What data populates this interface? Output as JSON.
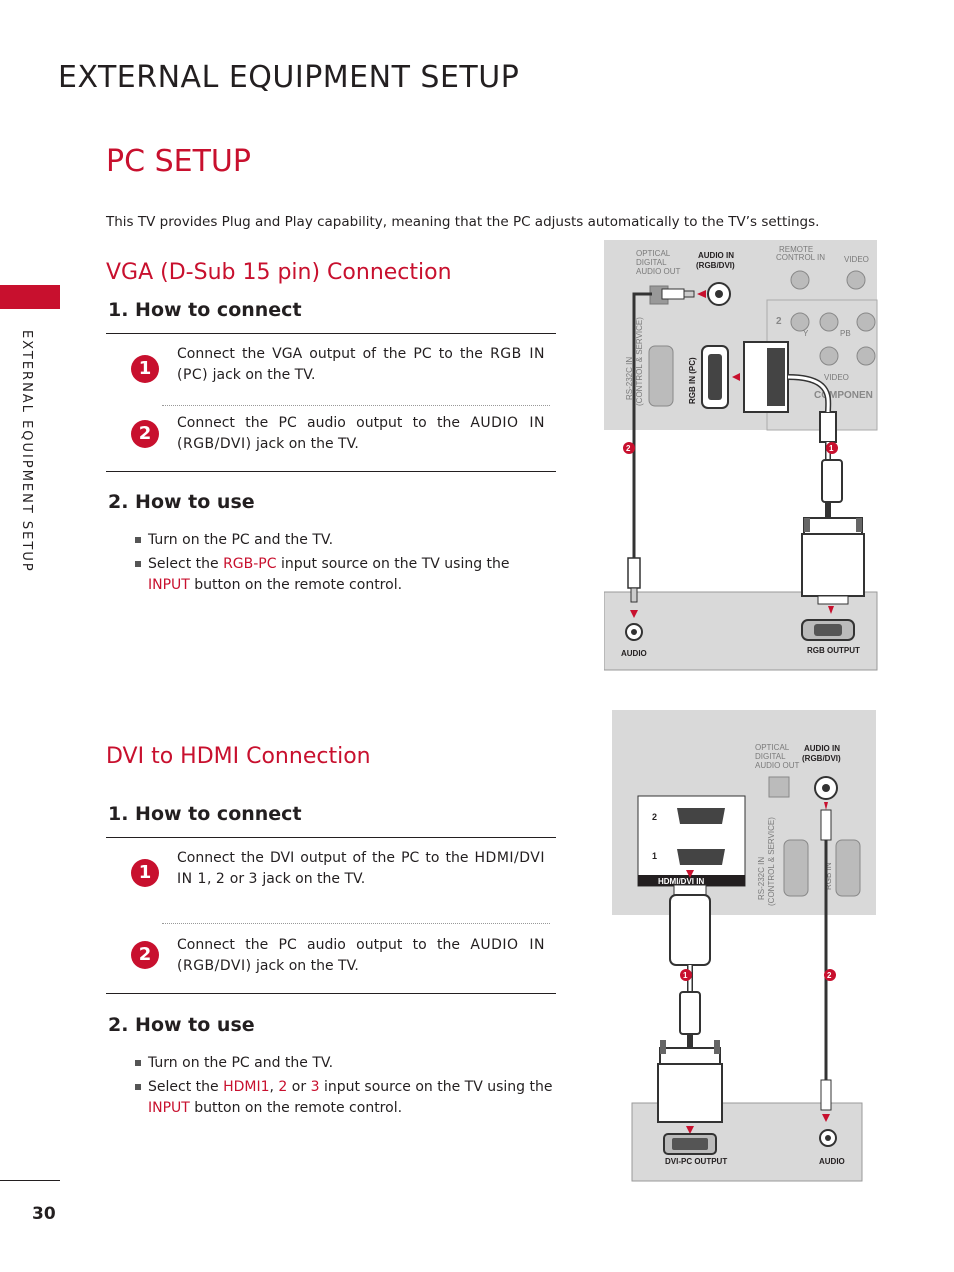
{
  "header": {
    "title": "EXTERNAL EQUIPMENT SETUP"
  },
  "side_tab": {
    "label": "EXTERNAL EQUIPMENT SETUP"
  },
  "page_number": "30",
  "pc_setup": {
    "title": "PC SETUP",
    "intro": "This TV provides Plug and Play capability, meaning that the PC adjusts automatically to the TV’s settings."
  },
  "vga": {
    "title": "VGA (D-Sub 15 pin) Connection",
    "how_connect": "1. How to connect",
    "step1": {
      "num": "1",
      "pre": "Connect the VGA output of the PC to the",
      "kw": "RGB IN (PC)",
      "post": "jack on the TV."
    },
    "step2": {
      "num": "2",
      "pre": "Connect the PC audio output to the",
      "kw": "AUDIO IN (RGB/DVI)",
      "post": "jack on the TV."
    },
    "how_use": "2. How to use",
    "use1": "Turn on the PC and the TV.",
    "use2_pre": "Select the",
    "use2_kw": "RGB-PC",
    "use2_post": "input source on the TV using the",
    "use2_kw2": "INPUT",
    "use2_end": "button on the remote control.",
    "diagram": {
      "optical": [
        "OPTICAL",
        "DIGITAL",
        "AUDIO OUT"
      ],
      "audio_in": [
        "AUDIO IN",
        "(RGB/DVI)"
      ],
      "remote": [
        "REMOTE",
        "CONTROL IN"
      ],
      "video": "VIDEO",
      "rs232": [
        "RS-232C IN",
        "(CONTROL & SERVICE)"
      ],
      "rgb_in": "RGB IN (PC)",
      "component": "COMPONEN",
      "video2": "VIDEO",
      "num2": "2",
      "y": "Y",
      "pb": "PB",
      "audio": "AUDIO",
      "rgb_output": "RGB OUTPUT",
      "marker1": "1",
      "marker2": "2"
    }
  },
  "dvi": {
    "title": "DVI to HDMI Connection",
    "how_connect": "1. How to connect",
    "step1": {
      "num": "1",
      "pre": "Connect the DVI output of the PC to the",
      "kw": "HDMI/DVI IN 1",
      "sep1": ",",
      "kw2": "2",
      "or": "or",
      "kw3": "3",
      "post": "jack on the TV."
    },
    "step2": {
      "num": "2",
      "pre": "Connect the PC audio output to the",
      "kw": "AUDIO IN (RGB/DVI)",
      "post": "jack on the TV."
    },
    "how_use": "2. How to use",
    "use1": "Turn on the PC and the TV.",
    "use2_pre": "Select the",
    "use2_kw": "HDMI1",
    "use2_sep": ",",
    "use2_kw2": "2",
    "use2_or": "or",
    "use2_kw3": "3",
    "use2_post": "input source on the TV using the",
    "use2_kw4": "INPUT",
    "use2_end": "button on the remote control.",
    "diagram": {
      "optical": [
        "OPTICAL",
        "DIGITAL",
        "AUDIO OUT"
      ],
      "audio_in": [
        "AUDIO IN",
        "(RGB/DVI)"
      ],
      "hdmi_label": "HDMI/DVI IN",
      "port2": "2",
      "port1": "1",
      "rs232": [
        "RS-232C IN",
        "(CONTROL & SERVICE)"
      ],
      "rgb": "RGB IN",
      "dvi_output": "DVI-PC OUTPUT",
      "audio": "AUDIO",
      "marker1": "1",
      "marker2": "2"
    }
  },
  "colors": {
    "accent": "#c8102e",
    "text": "#231f20",
    "panel": "#d9d9d9"
  }
}
